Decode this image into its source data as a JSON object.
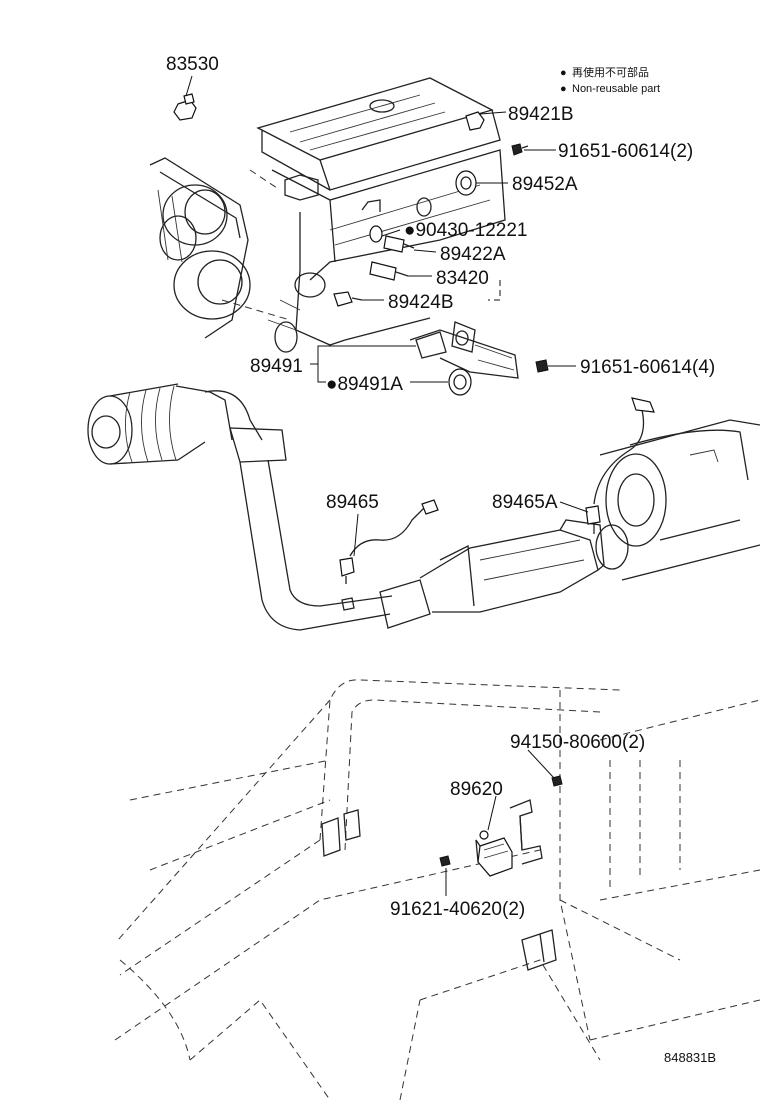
{
  "legend": {
    "bullet": "●",
    "line1": "再使用不可部品",
    "line2": "Non-reusable part"
  },
  "labels": {
    "p83530": "83530",
    "p89421B": "89421B",
    "p91651_60614_2": "91651-60614(2)",
    "p89452A": "89452A",
    "p90430_12221": "●90430-12221",
    "p89422A": "89422A",
    "p83420": "83420",
    "p89424B": "89424B",
    "p89491": "89491",
    "p91651_60614_4": "91651-60614(4)",
    "p89491A": "●89491A",
    "p89465": "89465",
    "p89465A": "89465A",
    "p94150_80600_2": "94150-80600(2)",
    "p89620": "89620",
    "p91621_40620_2": "91621-40620(2)"
  },
  "figure_code": "848831B"
}
